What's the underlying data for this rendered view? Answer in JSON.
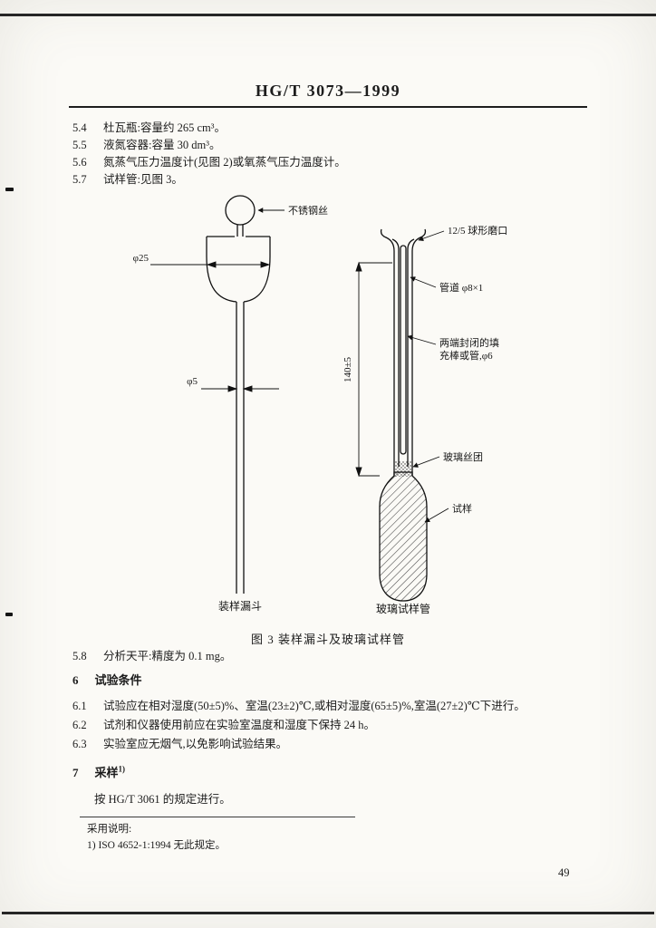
{
  "header": {
    "standard_code": "HG/T 3073—1999"
  },
  "list_5": [
    {
      "num": "5.4",
      "text": "杜瓦瓶:容量约 265 cm³。"
    },
    {
      "num": "5.5",
      "text": "液氮容器:容量 30 dm³。"
    },
    {
      "num": "5.6",
      "text": "氮蒸气压力温度计(见图 2)或氧蒸气压力温度计。"
    },
    {
      "num": "5.7",
      "text": "试样管:见图 3。"
    }
  ],
  "figure3": {
    "caption": "图 3  装样漏斗及玻璃试样管",
    "funnel": {
      "label": "装样漏斗",
      "ann_wire": "不锈钢丝",
      "dim_dia25": "φ25",
      "dim_dia5": "φ5"
    },
    "tube": {
      "label": "玻璃试样管",
      "ann_joint": "12/5 球形磨口",
      "ann_duct": "管道 φ8×1",
      "ann_rod_line1": "两端封闭的填",
      "ann_rod_line2": "充棒或管,φ6",
      "dim_height": "140±5",
      "ann_wool": "玻璃丝团",
      "ann_sample": "试样"
    }
  },
  "item_58": {
    "num": "5.8",
    "text": "分析天平:精度为 0.1 mg。"
  },
  "section6": {
    "num": "6",
    "title": "试验条件",
    "items": [
      {
        "num": "6.1",
        "text": "试验应在相对湿度(50±5)%、室温(23±2)℃,或相对湿度(65±5)%,室温(27±2)℃下进行。"
      },
      {
        "num": "6.2",
        "text": "试剂和仪器使用前应在实验室温度和湿度下保持 24 h。"
      },
      {
        "num": "6.3",
        "text": "实验室应无烟气,以免影响试验结果。"
      }
    ]
  },
  "section7": {
    "num": "7",
    "title": "采样",
    "title_superscript": "1)",
    "body": "按 HG/T  3061 的规定进行。"
  },
  "footnote": {
    "title": "采用说明:",
    "note1": "1) ISO  4652-1:1994 无此规定。"
  },
  "page_number": "49"
}
